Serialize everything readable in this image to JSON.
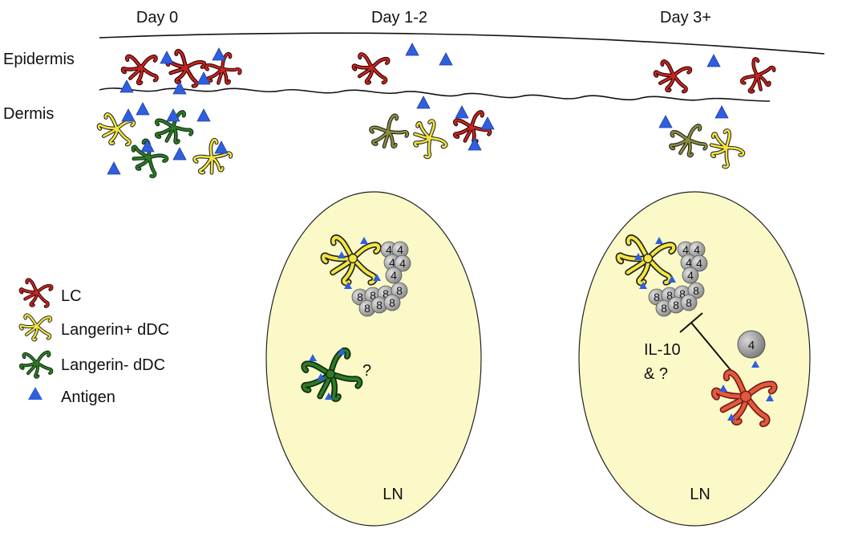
{
  "headers": {
    "day0": "Day 0",
    "day12": "Day 1-2",
    "day3": "Day 3+"
  },
  "layers": {
    "epidermis": "Epidermis",
    "dermis": "Dermis"
  },
  "legend": {
    "lc": "LC",
    "langerin_pos": "Langerin+ dDC",
    "langerin_neg": "Langerin- dDC",
    "antigen": "Antigen"
  },
  "lymph_node": {
    "label_1": "LN",
    "label_2": "LN"
  },
  "annotations": {
    "question_mark": "?",
    "il10_line1": "IL-10",
    "il10_line2": "& ?"
  },
  "t_cell_labels": {
    "cd4": "4",
    "cd8": "8",
    "cd4_single": "4"
  },
  "colors": {
    "lc_red": "#c42620",
    "lc_red_active": "#e05a40",
    "langerin_pos_yellow": "#f2e640",
    "langerin_neg_green": "#2f7a2a",
    "antigen_blue": "#2f5fe0",
    "ln_fill": "#fbf9c8",
    "tcell_grey": "#a9a9a9"
  }
}
